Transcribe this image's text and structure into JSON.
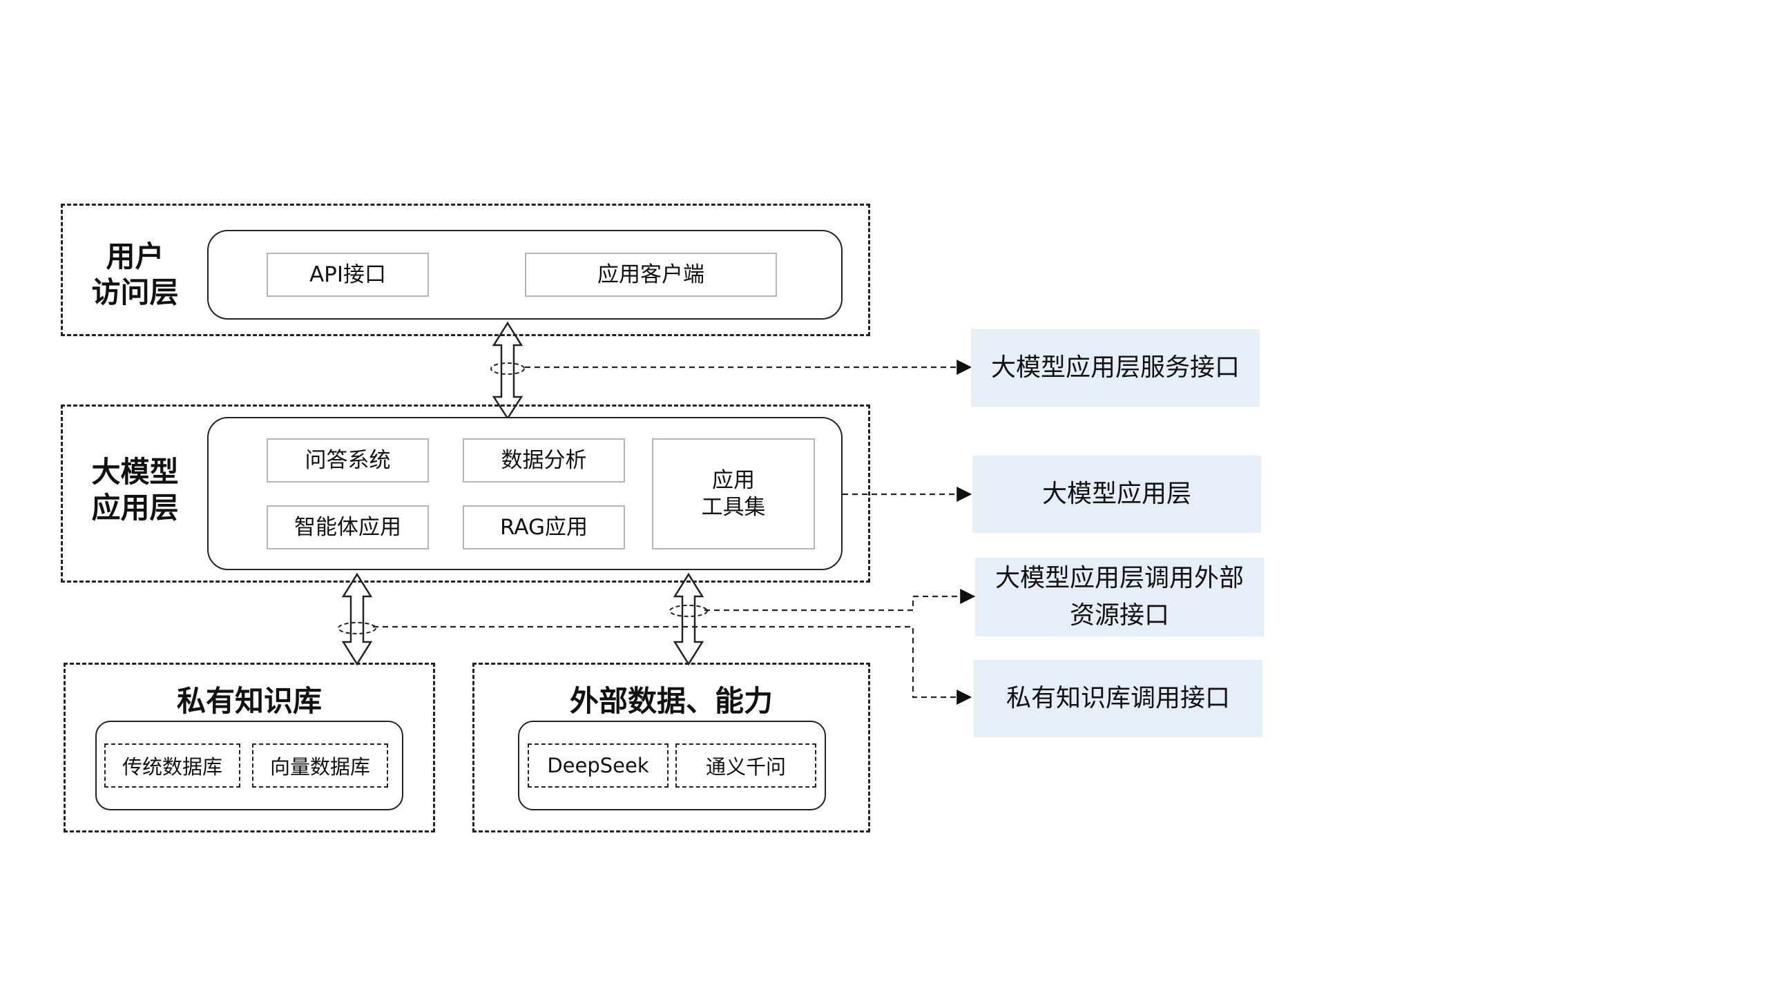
{
  "user_access_layer": {
    "title_line1": "用户",
    "title_line2": "访问层",
    "items": [
      "API接口",
      "应用客户端"
    ]
  },
  "llm_app_layer": {
    "title_line1": "大模型",
    "title_line2": "应用层",
    "items": [
      "问答系统",
      "数据分析",
      "智能体应用",
      "RAG应用"
    ],
    "toolset_line1": "应用",
    "toolset_line2": "工具集"
  },
  "private_kb": {
    "title": "私有知识库",
    "items": [
      "传统数据库",
      "向量数据库"
    ]
  },
  "external_data": {
    "title": "外部数据、能力",
    "items": [
      "DeepSeek",
      "通义千问"
    ]
  },
  "interfaces": {
    "service_interface": "大模型应用层服务接口",
    "app_layer": "大模型应用层",
    "external_call_line1": "大模型应用层调用外部",
    "external_call_line2": "资源接口",
    "kb_call": "私有知识库调用接口"
  }
}
